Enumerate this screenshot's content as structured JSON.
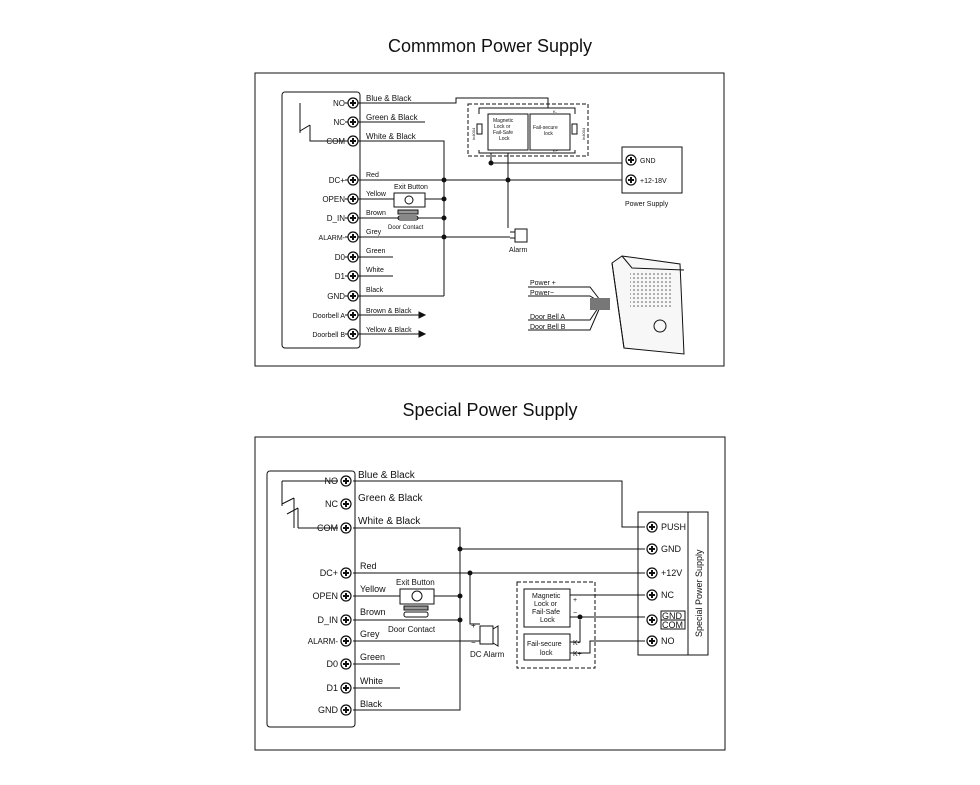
{
  "diagram1": {
    "title": "Commmon Power Supply",
    "terminals": [
      "NO",
      "NC",
      "COM",
      "DC+",
      "OPEN",
      "D_IN",
      "ALARM-",
      "D0",
      "D1",
      "GND",
      "Doorbell A",
      "Doorbell B"
    ],
    "wires": [
      "Blue & Black",
      "Green & Black",
      "White & Black",
      "Red",
      "Yellow",
      "Brown",
      "Grey",
      "Green",
      "White",
      "Black",
      "Brown & Black",
      "Yellow & Black"
    ],
    "exit_button": "Exit Button",
    "door_contact": "Door Contact",
    "lock_box": {
      "magnetic": [
        "Magnetic",
        "Lock or",
        "Fail-Safe",
        "Lock"
      ],
      "failsecure": [
        "Fail-secure",
        "lock"
      ],
      "diode": "In4004",
      "k_minus": "K-",
      "k_plus": "K+"
    },
    "power_supply": {
      "gnd": "GND",
      "v": "+12-18V",
      "label": "Power Supply"
    },
    "alarm": "Alarm",
    "doorbell": {
      "power_plus": "Power +",
      "power_minus": "Power−",
      "bell_a": "Door Bell  A",
      "bell_b": "Door Bell  B"
    }
  },
  "diagram2": {
    "title": "Special Power Supply",
    "terminals": [
      "NO",
      "NC",
      "COM",
      "DC+",
      "OPEN",
      "D_IN",
      "ALARM-",
      "D0",
      "D1",
      "GND"
    ],
    "wires": [
      "Blue & Black",
      "Green & Black",
      "White & Black",
      "Red",
      "Yellow",
      "Brown",
      "Grey",
      "Green",
      "White",
      "Black"
    ],
    "exit_button": "Exit Button",
    "door_contact": "Door Contact",
    "dc_alarm": "DC Alarm",
    "alarm_plus": "+",
    "alarm_minus": "−",
    "lock_box": {
      "magnetic": [
        "Magnetic",
        "Lock or",
        "Fail-Safe",
        "Lock"
      ],
      "failsecure": [
        "Fail-secure",
        "lock"
      ],
      "plus": "+",
      "minus": "−",
      "k_minus": "K-",
      "k_plus": "K+"
    },
    "power_supply": {
      "terminals": [
        "PUSH",
        "GND",
        "+12V",
        "NC",
        "GND",
        "COM",
        "NO"
      ],
      "label": "Special Power Supply"
    }
  }
}
